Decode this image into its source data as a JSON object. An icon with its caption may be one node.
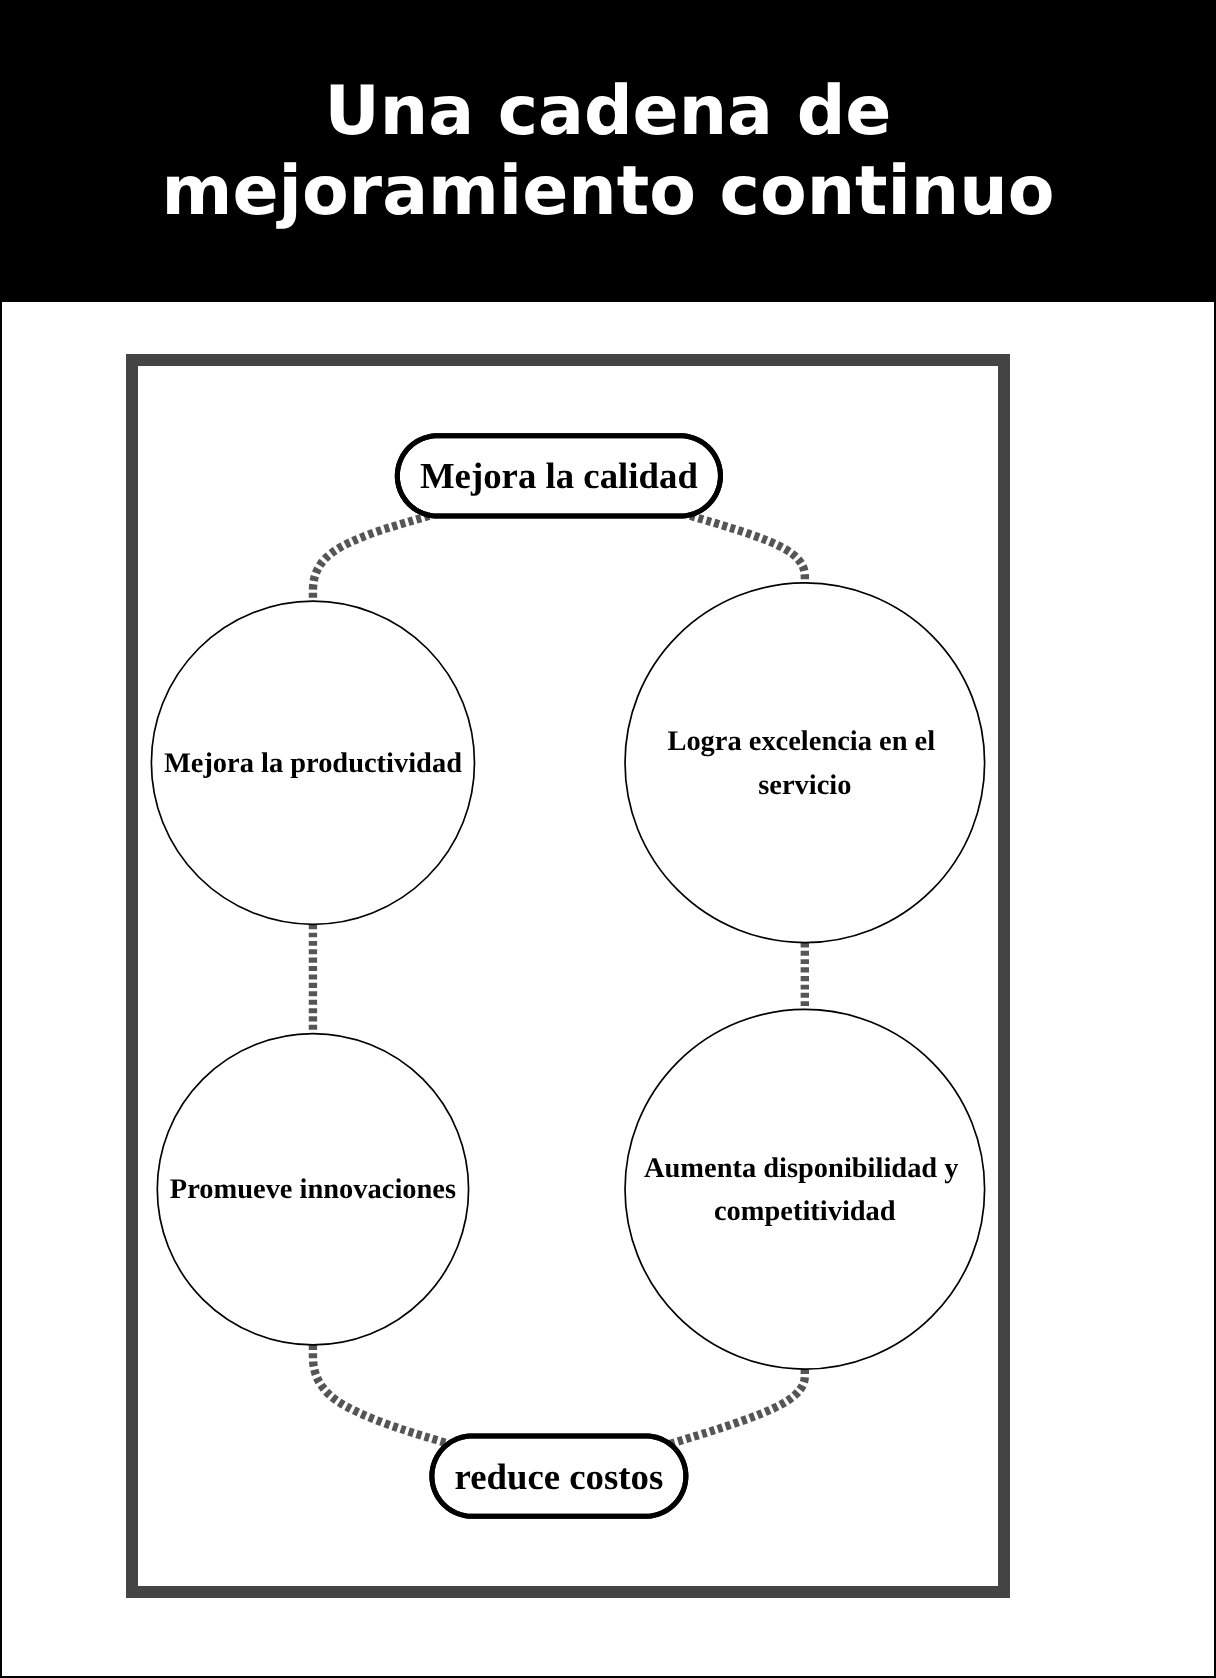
{
  "diagram": {
    "title": "Una cadena de mejoramiento continuo",
    "nodes": [
      {
        "text": [
          "Mejora la calidad"
        ]
      },
      {
        "text": [
          "Mejora la productividad"
        ]
      },
      {
        "text": [
          "Logra excelencia en el servicio"
        ]
      },
      {
        "text": [
          "Promueve innovaciones"
        ]
      },
      {
        "text": [
          "Aumenta disponibilidad y competitividad"
        ]
      },
      {
        "text": [
          "reduce costos"
        ]
      }
    ],
    "edges": [
      {
        "from": 0,
        "to": 1,
        "arrow": "none"
      },
      {
        "from": 1,
        "to": 3,
        "arrow": "none"
      },
      {
        "from": 3,
        "to": 5,
        "arrow": "none"
      },
      {
        "from": 0,
        "to": 2,
        "arrow": "none"
      },
      {
        "from": 2,
        "to": 4,
        "arrow": "none"
      },
      {
        "from": 4,
        "to": 5,
        "arrow": "none"
      }
    ]
  }
}
